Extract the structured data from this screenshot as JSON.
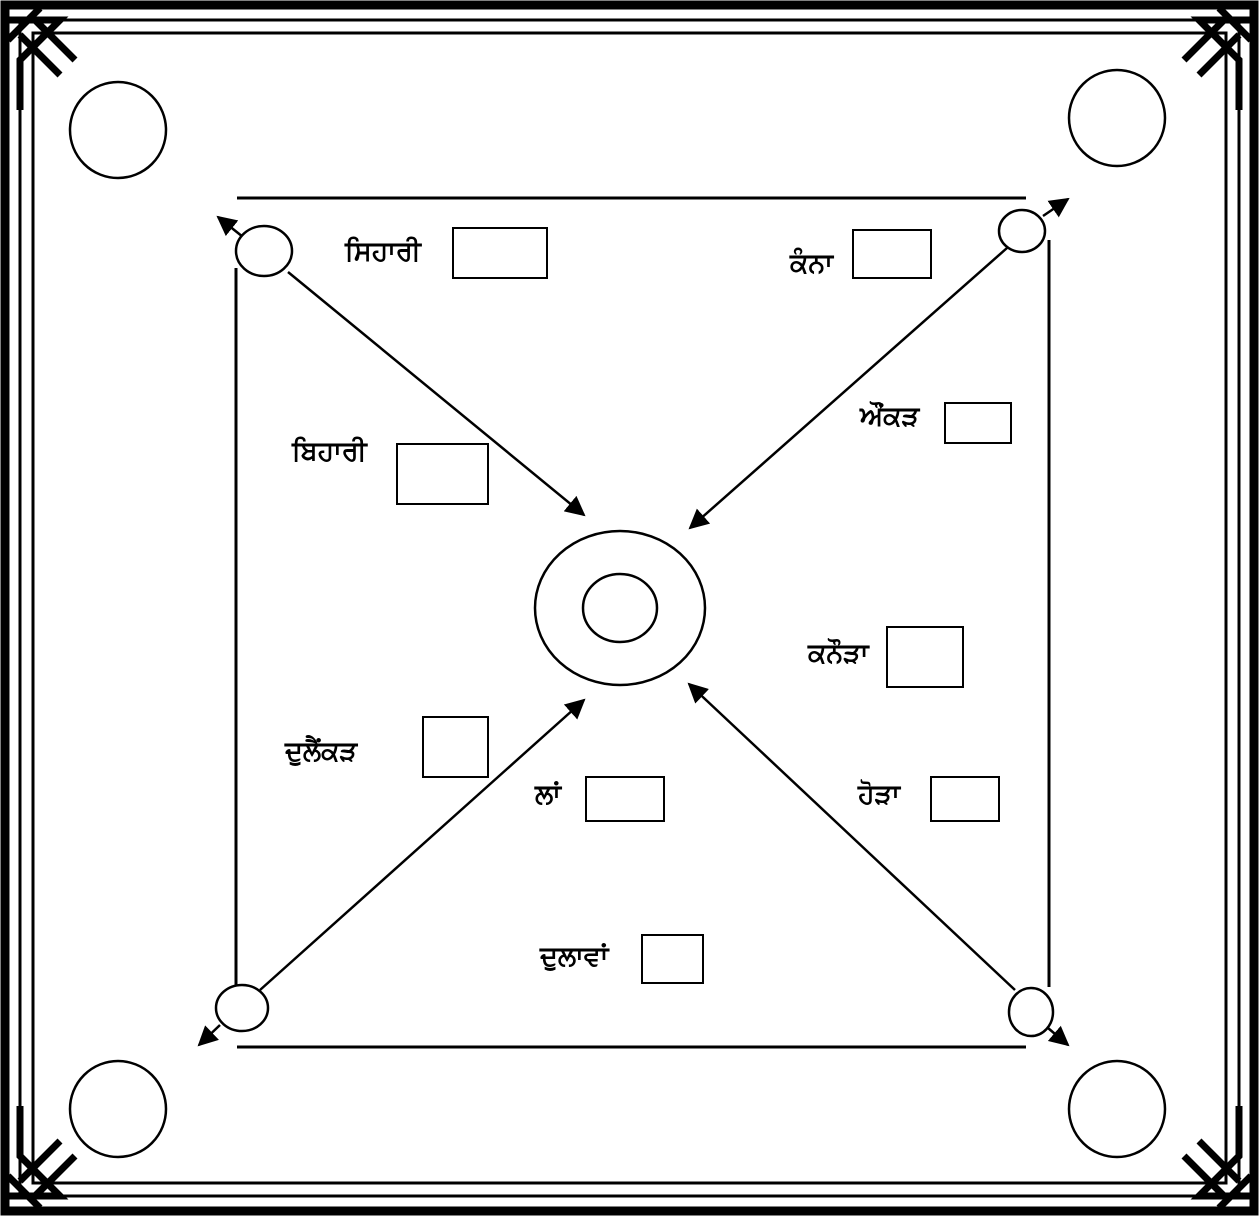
{
  "colors": {
    "ink": "#000000",
    "paper": "#ffffff"
  },
  "labels": {
    "sihari": "ਸਿਹਾਰੀ",
    "kanna": "ਕੰਨਾ",
    "bihari": "ਬਿਹਾਰੀ",
    "aunkar": "ਔਂਕੜ",
    "kanaura": "ਕਨੌੜਾ",
    "dulainkar": "ਦੁਲੈਂਕੜ",
    "laan": "ਲਾਂ",
    "hora": "ਹੋੜਾ",
    "dulavan": "ਦੁਲਾਵਾਂ"
  }
}
